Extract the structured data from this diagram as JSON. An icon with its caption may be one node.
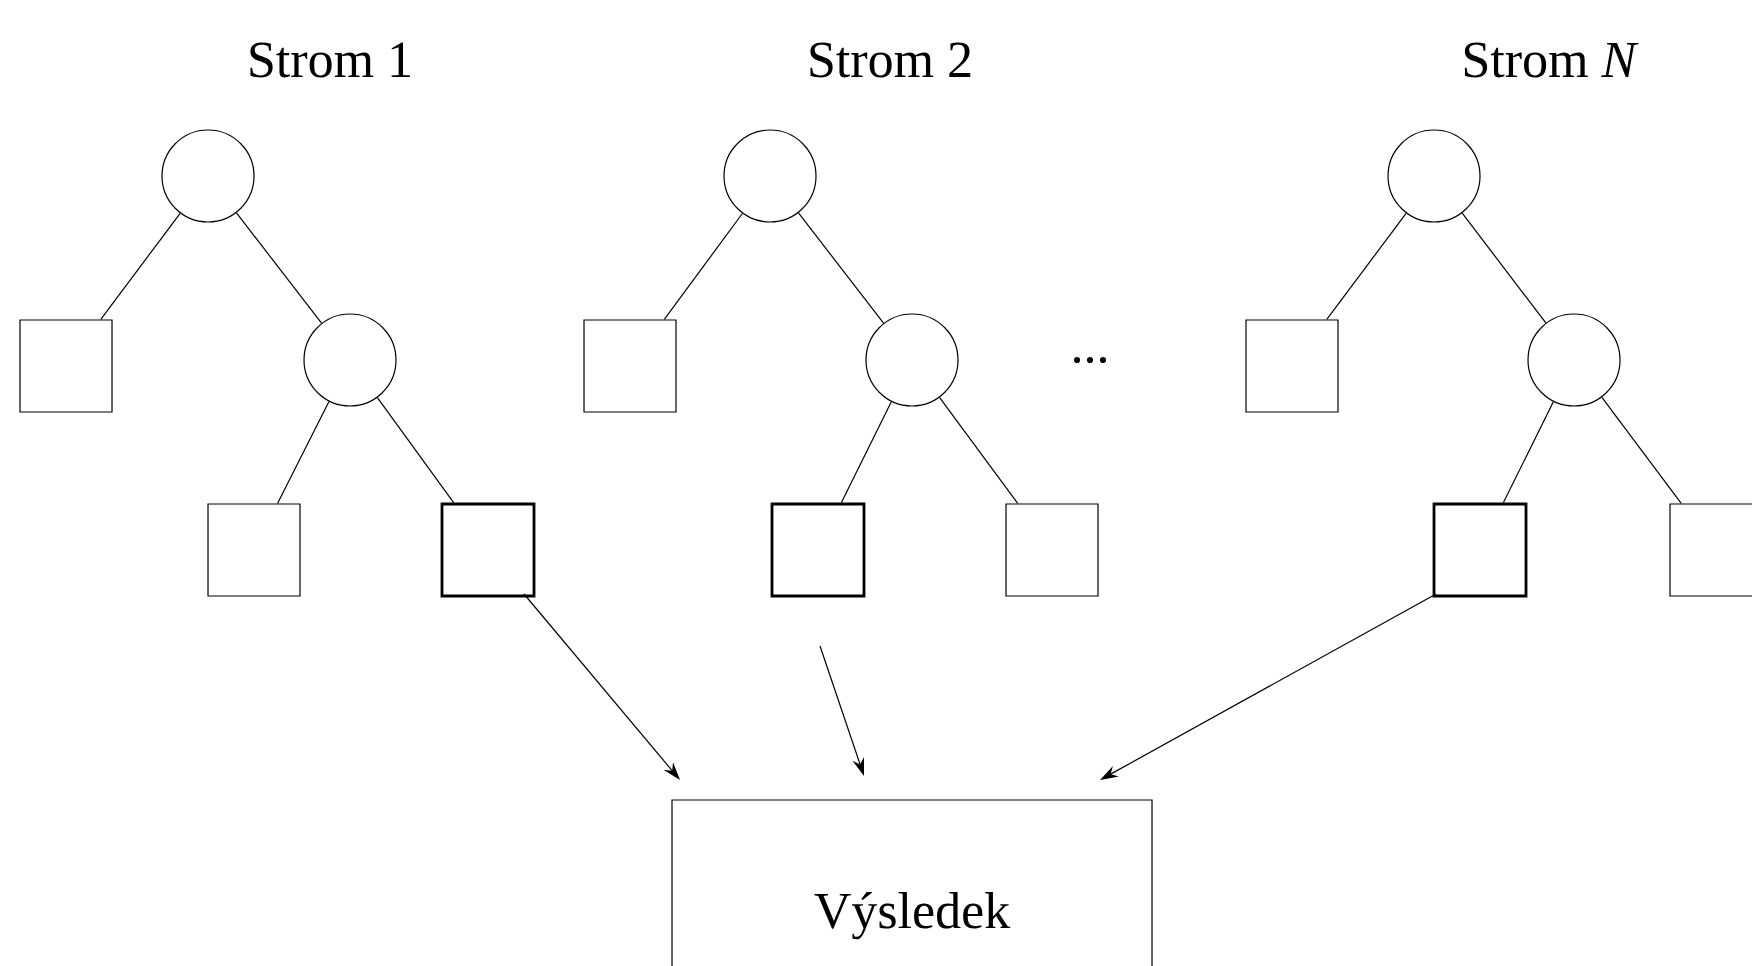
{
  "diagram": {
    "nodes": [
      {
        "text": [],
        "shape": "circle"
      },
      {
        "text": [],
        "shape": "box"
      },
      {
        "text": [],
        "shape": "circle"
      },
      {
        "text": [],
        "shape": "box"
      },
      {
        "text": [],
        "shape": "box"
      },
      {
        "text": [],
        "shape": "circle"
      },
      {
        "text": [],
        "shape": "box"
      },
      {
        "text": [],
        "shape": "circle"
      },
      {
        "text": [],
        "shape": "box"
      },
      {
        "text": [],
        "shape": "box"
      },
      {
        "text": [],
        "shape": "circle"
      },
      {
        "text": [],
        "shape": "box"
      },
      {
        "text": [],
        "shape": "circle"
      },
      {
        "text": [],
        "shape": "box"
      },
      {
        "text": [],
        "shape": "box"
      },
      {
        "text": [
          "Výsledek"
        ]
      }
    ],
    "edges": [
      {
        "from": 0,
        "to": 1,
        "arrow": "none"
      },
      {
        "from": 0,
        "to": 2,
        "arrow": "none"
      },
      {
        "from": 2,
        "to": 3,
        "arrow": "none"
      },
      {
        "from": 2,
        "to": 4,
        "arrow": "none"
      },
      {
        "from": 5,
        "to": 6,
        "arrow": "none"
      },
      {
        "from": 5,
        "to": 7,
        "arrow": "none"
      },
      {
        "from": 7,
        "to": 8,
        "arrow": "none"
      },
      {
        "from": 7,
        "to": 9,
        "arrow": "none"
      },
      {
        "from": 10,
        "to": 11,
        "arrow": "none"
      },
      {
        "from": 10,
        "to": 12,
        "arrow": "none"
      },
      {
        "from": 12,
        "to": 13,
        "arrow": "none"
      },
      {
        "from": 12,
        "to": 14,
        "arrow": "none"
      },
      {
        "from": 4,
        "to": 15,
        "arrow": "to"
      },
      {
        "from": 8,
        "to": 15,
        "arrow": "to"
      },
      {
        "from": 13,
        "to": 15,
        "arrow": "to"
      }
    ],
    "labels": [
      "Strom 1",
      "Strom 2",
      "Strom *N*",
      "..."
    ]
  }
}
